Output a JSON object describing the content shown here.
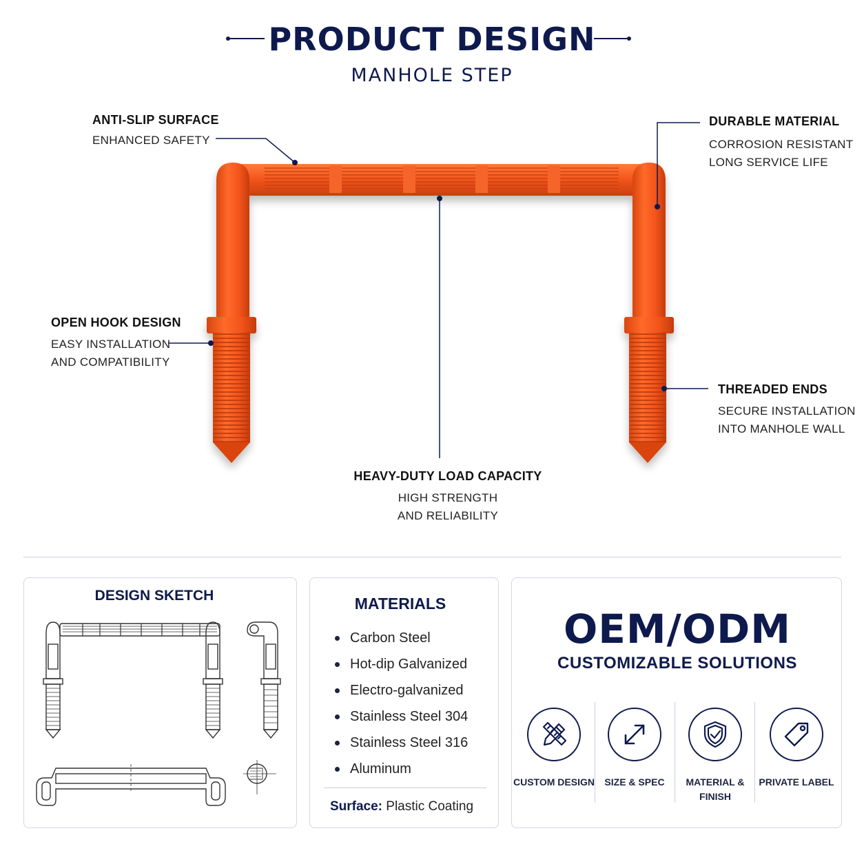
{
  "header": {
    "title": "PRODUCT DESIGN",
    "subtitle": "MANHOLE STEP"
  },
  "callouts": {
    "anti_slip": {
      "title": "ANTI-SLIP SURFACE",
      "lines": [
        "ENHANCED SAFETY"
      ]
    },
    "durable": {
      "title": "DURABLE MATERIAL",
      "lines": [
        "CORROSION RESISTANT",
        "LONG SERVICE LIFE"
      ]
    },
    "open_hook": {
      "title": "OPEN HOOK DESIGN",
      "lines": [
        "EASY INSTALLATION",
        "AND COMPATIBILITY"
      ]
    },
    "threaded": {
      "title": "THREADED ENDS",
      "lines": [
        "SECURE INSTALLATION",
        "INTO MANHOLE WALL"
      ]
    },
    "heavy_duty": {
      "title": "HEAVY-DUTY LOAD CAPACITY",
      "lines": [
        "HIGH STRENGTH",
        "AND RELIABILITY"
      ]
    }
  },
  "design_sketch": {
    "title": "DESIGN SKETCH"
  },
  "materials": {
    "title": "MATERIALS",
    "items": [
      "Carbon Steel",
      "Hot-dip Galvanized",
      "Electro-galvanized",
      "Stainless Steel 304",
      "Stainless Steel 316",
      "Aluminum"
    ],
    "surface_label": "Surface:",
    "surface_value": "Plastic Coating"
  },
  "oem": {
    "title": "OEM/ODM",
    "subtitle": "CUSTOMIZABLE SOLUTIONS",
    "features": [
      {
        "label": "CUSTOM DESIGN",
        "icon": "pencil-ruler-icon"
      },
      {
        "label": "SIZE & SPEC",
        "icon": "resize-arrows-icon"
      },
      {
        "label": "MATERIAL &\nFINISH",
        "label_lines": [
          "MATERIAL &",
          "FINISH"
        ],
        "icon": "shield-check-icon"
      },
      {
        "label": "PRIVATE LABEL",
        "icon": "tag-icon"
      }
    ]
  },
  "colors": {
    "navy": "#0e1a4d",
    "orange": "#f2541b",
    "orange_dark": "#c9400f",
    "border": "#d2d7e3"
  }
}
